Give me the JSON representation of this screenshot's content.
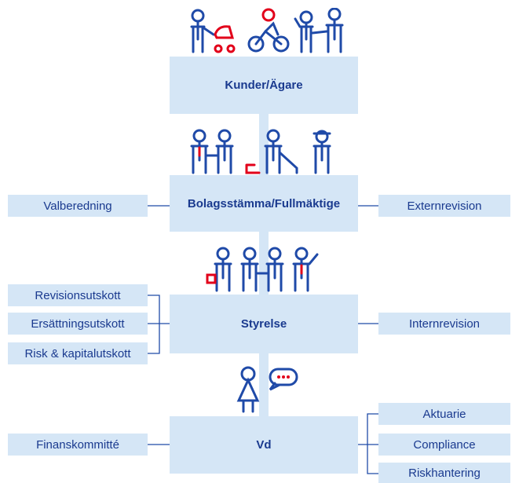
{
  "colors": {
    "box_fill": "#d5e6f6",
    "text": "#1a3a8f",
    "line": "#1f4aa8",
    "trunk": "#d5e6f6",
    "accent_red": "#e2001a"
  },
  "icons": {
    "owners": [
      "person-with-stroller-icon",
      "cyclist-icon",
      "couple-icon"
    ],
    "meeting": [
      "handshake-icon",
      "vacuum-cleaner-person-icon",
      "worker-with-cap-icon"
    ],
    "board": [
      "board-members-icon"
    ],
    "ceo": [
      "ceo-speech-bubble-icon"
    ]
  },
  "nodes": {
    "owners": "Kunder/Ägare",
    "general_meeting": "Bolagsstämma/Fullmäktige",
    "board": "Styrelse",
    "ceo": "Vd"
  },
  "left": {
    "nomination": "Valberedning",
    "audit_committee": "Revisionsutskott",
    "remuneration_committee": "Ersättningsutskott",
    "risk_committee": "Risk & kapitalutskott",
    "finance_committee": "Finanskommitté"
  },
  "right": {
    "external_audit": "Externrevision",
    "internal_audit": "Internrevision",
    "actuary": "Aktuarie",
    "compliance": "Compliance",
    "risk_management": "Riskhantering"
  }
}
